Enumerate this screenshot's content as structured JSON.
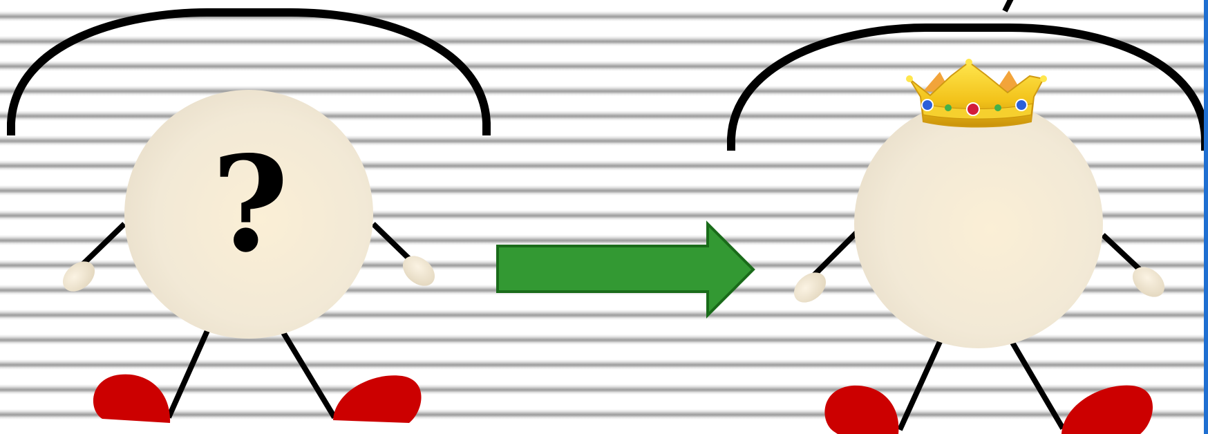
{
  "figures": [
    {
      "name": "unknown-figure",
      "face_text": "?",
      "has_crown": false
    },
    {
      "name": "crowned-figure",
      "face_text": "",
      "has_crown": true
    }
  ],
  "arrow": {
    "direction": "right",
    "color": "#339933",
    "stroke": "#1a6b1a"
  },
  "colors": {
    "body_fill": "#f3ead6",
    "shoe_fill": "#cc0000",
    "line": "#000000",
    "crown_gold": "#f2c21a",
    "right_edge": "#1f6fd1"
  },
  "icons": {
    "crown": "crown-icon",
    "arrow": "right-arrow-icon",
    "question": "question-mark"
  }
}
